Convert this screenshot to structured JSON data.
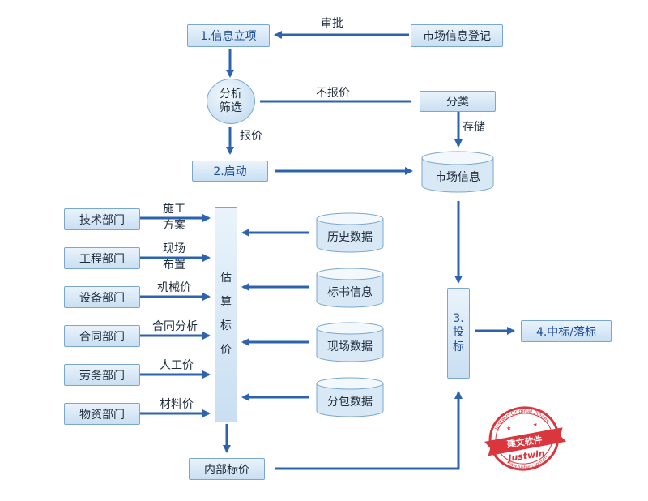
{
  "nodes": {
    "lixiang": "1.信息立项",
    "shichang_dengji": "市场信息登记",
    "fenxi_line1": "分析",
    "fenxi_line2": "筛选",
    "fenlei": "分类",
    "qidong": "2.启动",
    "shichang_xinxi": "市场信息",
    "gusuan": [
      "估",
      "算",
      "标",
      "价"
    ],
    "toubiao": [
      "3.",
      "投",
      "标"
    ],
    "zhongbiao": "4.中标/落标",
    "neibu_biaojia": "内部标价"
  },
  "departments": [
    "技术部门",
    "工程部门",
    "设备部门",
    "合同部门",
    "劳务部门",
    "物资部门"
  ],
  "department_outputs": [
    [
      "施工",
      "方案"
    ],
    [
      "现场",
      "布置"
    ],
    [
      "机械价"
    ],
    [
      "合同分析"
    ],
    [
      "人工价"
    ],
    [
      "材料价"
    ]
  ],
  "databases": [
    "历史数据",
    "标书信息",
    "现场数据",
    "分包数据"
  ],
  "edge_labels": {
    "shenpi": "审批",
    "bu_baojia": "不报价",
    "baojia": "报价",
    "cunchu": "存储"
  },
  "stamp": {
    "top_text": "Justwin Original Pieces",
    "cn_text": "建文软件",
    "brand": "Justwin",
    "bottom_text": "www.Justwin.com.cn"
  },
  "colors": {
    "arrow": "#2c63b0",
    "box_border": "#7aa7cf",
    "stamp": "#d9363e"
  }
}
